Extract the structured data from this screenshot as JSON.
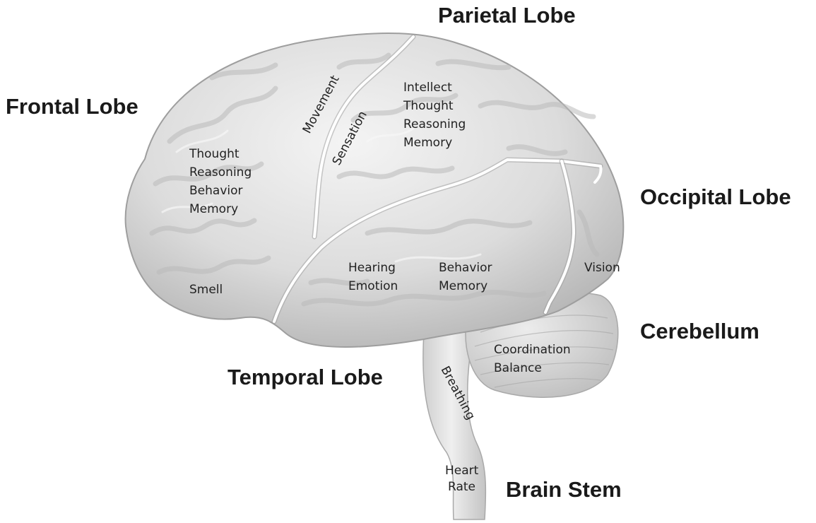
{
  "lobes": {
    "frontal": "Frontal Lobe",
    "parietal": "Parietal Lobe",
    "occipital": "Occipital Lobe",
    "temporal": "Temporal Lobe",
    "cerebellum": "Cerebellum",
    "brain_stem": "Brain Stem"
  },
  "regions": {
    "movement": "Movement",
    "sensation": "Sensation",
    "parietal_functions": [
      "Intellect",
      "Thought",
      "Reasoning",
      "Memory"
    ],
    "frontal_functions": [
      "Thought",
      "Reasoning",
      "Behavior",
      "Memory"
    ],
    "smell": "Smell",
    "hearing_emotion": [
      "Hearing",
      "Emotion"
    ],
    "behavior_memory": [
      "Behavior",
      "Memory"
    ],
    "vision": "Vision",
    "cerebellum_functions": [
      "Coordination",
      "Balance"
    ],
    "breathing": "Breathing",
    "heart_rate": [
      "Heart",
      "Rate"
    ]
  },
  "colors": {
    "brain_light": "#f2f2f2",
    "brain_mid": "#d6d6d6",
    "brain_dark": "#a8a8a8",
    "boundary": "#ffffff",
    "text": "#1a1a1a"
  }
}
